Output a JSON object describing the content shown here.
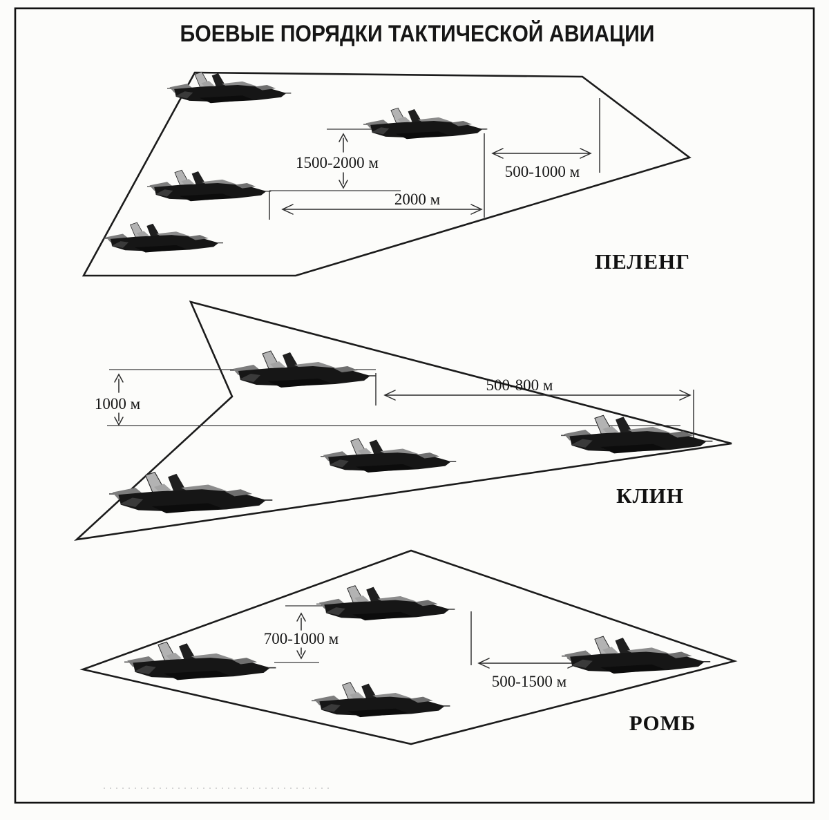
{
  "title": "БОЕВЫЕ ПОРЯДКИ ТАКТИЧЕСКОЙ АВИАЦИИ",
  "ink_color": "#1b1b1b",
  "paper_color": "#fcfcfa",
  "formations": {
    "peleng": {
      "name": "ПЕЛЕНГ",
      "aircraft_count": 4,
      "distances": {
        "vertical_spacing": "1500-2000 м",
        "depth_spacing": "2000 м",
        "lead_interval": "500-1000 м"
      }
    },
    "klin": {
      "name": "КЛИН",
      "aircraft_count": 4,
      "distances": {
        "vertical_spacing": "1000 м",
        "lead_interval": "500-800 м"
      }
    },
    "romb": {
      "name": "РОМБ",
      "aircraft_count": 4,
      "distances": {
        "vertical_spacing": "700-1000 м",
        "lead_interval": "500-1500 м"
      }
    }
  }
}
